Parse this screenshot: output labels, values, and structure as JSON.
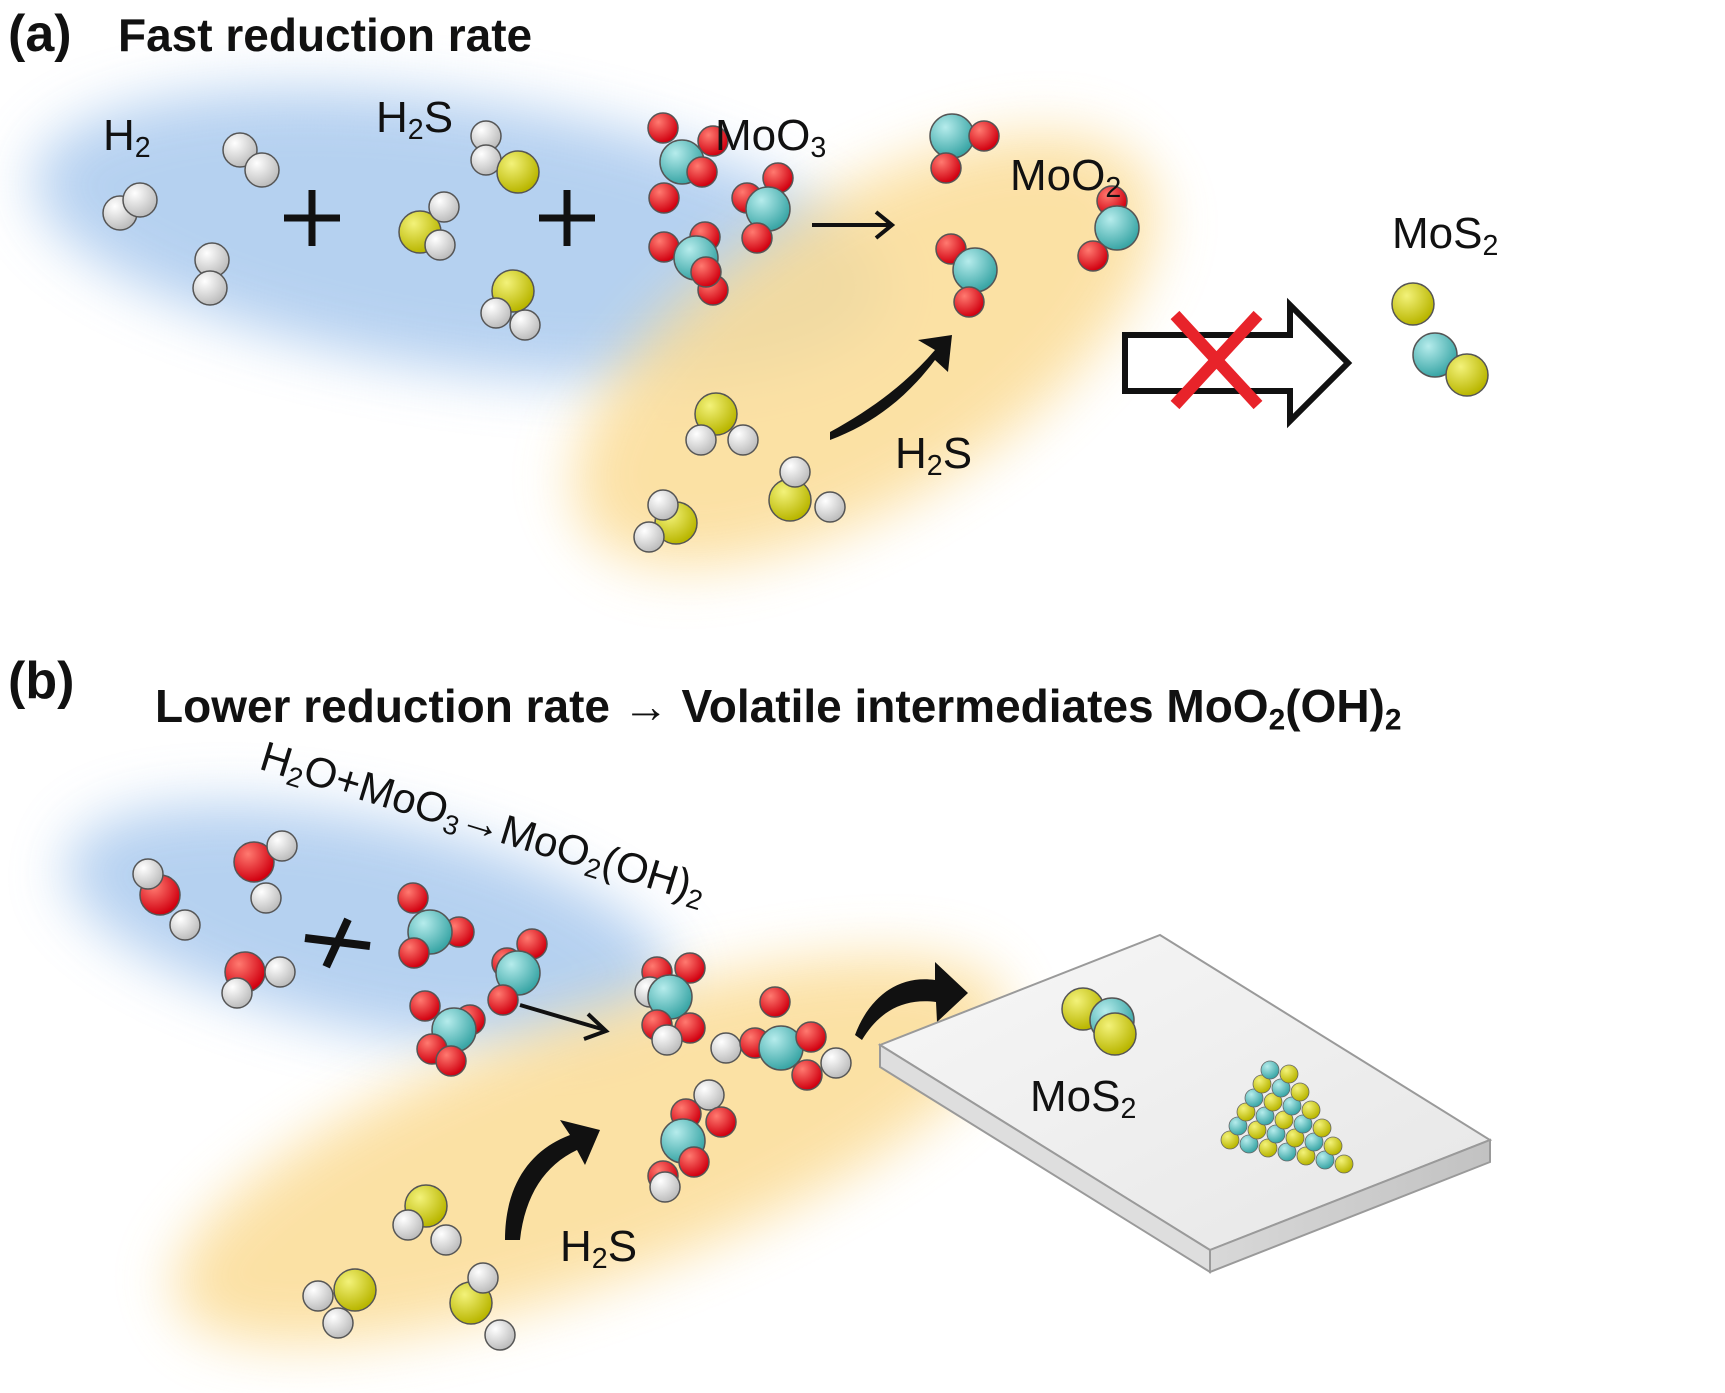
{
  "panel_a": {
    "tag": "(a)",
    "title": "Fast reduction rate",
    "labels": {
      "h2": {
        "main": "H",
        "sub": "2",
        "tail": ""
      },
      "h2s_top": {
        "main": "H",
        "sub": "2",
        "tail": "S"
      },
      "moo3": {
        "main": "MoO",
        "sub": "3",
        "tail": ""
      },
      "moo2": {
        "main": "MoO",
        "sub": "2",
        "tail": ""
      },
      "mos2": {
        "main": "MoS",
        "sub": "2",
        "tail": ""
      },
      "h2s_arrow": {
        "main": "H",
        "sub": "2",
        "tail": "S"
      }
    },
    "blocked_color": "#e8232a"
  },
  "panel_b": {
    "tag": "(b)",
    "title_pre": "Lower reduction rate → Volatile intermediates MoO",
    "title_sub1": "2",
    "title_mid": "(OH)",
    "title_sub2": "2",
    "equation": {
      "p1": "H",
      "s1": "2",
      "p2": "O+MoO",
      "s2": "3",
      "p3": "→MoO",
      "s3": "2",
      "p4": "(OH)",
      "s4": "2"
    },
    "labels": {
      "h2s_arrow": {
        "main": "H",
        "sub": "2",
        "tail": "S"
      },
      "mos2": {
        "main": "MoS",
        "sub": "2",
        "tail": ""
      }
    }
  },
  "colors": {
    "hydrogen": "#dcdcdc",
    "sulfur": "#d4d21a",
    "oxygen": "#e8141e",
    "molybdenum": "#5ec4c4",
    "blue_cloud": "#a9c9ee",
    "yellow_cloud": "#fbdc95"
  }
}
